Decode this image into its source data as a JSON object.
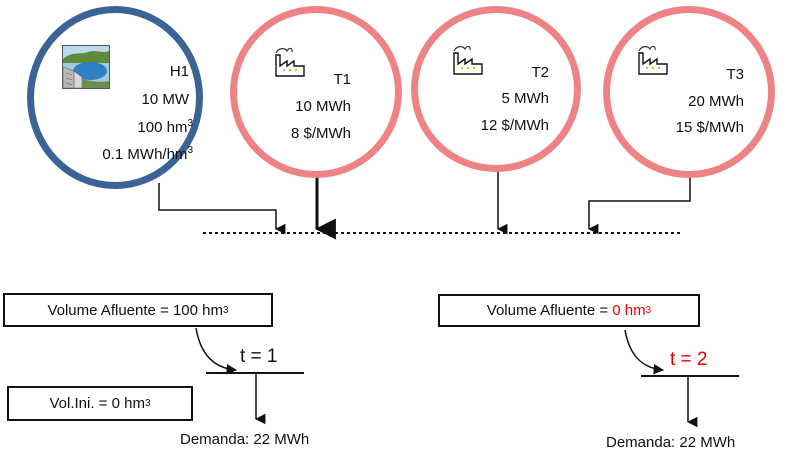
{
  "plants": [
    {
      "name": "H1",
      "lines": [
        "10 MW",
        "100 hm",
        "0.1 MWh/hm"
      ],
      "icon": "dam-reservoir-icon"
    },
    {
      "name": "T1",
      "lines": [
        "10 MWh",
        "8 $/MWh"
      ],
      "icon": "factory-icon"
    },
    {
      "name": "T2",
      "lines": [
        "5 MWh",
        "12 $/MWh"
      ],
      "icon": "factory-icon"
    },
    {
      "name": "T3",
      "lines": [
        "20 MWh",
        "15 $/MWh"
      ],
      "icon": "factory-icon"
    }
  ],
  "stage1": {
    "inflow_prefix": "Volume Afluente = ",
    "inflow_value": "100 hm",
    "initial_volume": "Vol.Ini. = 0 hm",
    "period": "t = 1",
    "demand": "Demanda: 22 MWh"
  },
  "stage2": {
    "inflow_prefix": "Volume Afluente = ",
    "inflow_value": "0 hm",
    "period": "t = 2",
    "demand": "Demanda: 22 MWh"
  },
  "superscript": "3",
  "colors": {
    "hydro_border": "#3b6396",
    "thermal_border": "#ee8385",
    "highlight": "#e60000"
  }
}
